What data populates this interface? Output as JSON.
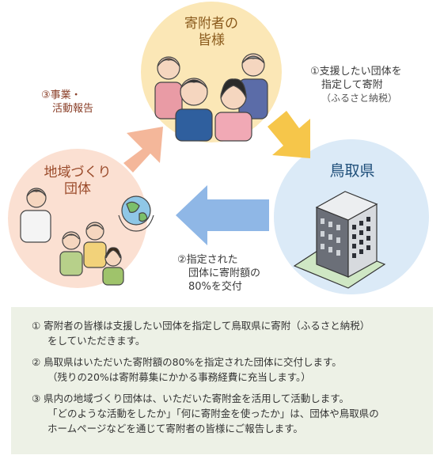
{
  "diagram": {
    "donors_title_1": "寄附者の",
    "donors_title_2": "皆様",
    "prefecture_title": "鳥取県",
    "group_title_1": "地域づくり",
    "group_title_2": "団体",
    "step1_line1": "①支援したい団体を",
    "step1_line2": "指定して寄附",
    "step1_sub": "（ふるさと納税）",
    "step2_line1": "②指定された",
    "step2_line2": "団体に寄附額の",
    "step2_line3": "80%を交付",
    "step3_line1": "③事業・",
    "step3_line2": "活動報告"
  },
  "notes": [
    {
      "line1": "① 寄附者の皆様は支援したい団体を指定して鳥取県に寄附（ふるさと納税）",
      "line2": "をしていただきます。"
    },
    {
      "line1": "② 鳥取県はいただいた寄附額の80%を指定された団体に交付します。",
      "line2": "（残りの20%は寄附募集にかかる事務経費に充当します。）"
    },
    {
      "line1": "③ 県内の地域づくり団体は、いただいた寄附金を活用して活動します。",
      "line2": "「どのような活動をしたか」「何に寄附金を使ったか」は、団体や鳥取県の",
      "line3": "ホームページなどを通じて寄附者の皆様にご報告します。"
    }
  ],
  "colors": {
    "donor_circle": "#fbe7b6",
    "prefecture_circle": "#dbeaf7",
    "group_circle": "#fbe0d2",
    "arrow_yellow": "#f6c64a",
    "arrow_blue": "#8fb7e6",
    "arrow_peach": "#f4b79a",
    "notes_bg": "#edf1e6"
  },
  "icons": [
    "family-illustration-icon",
    "building-icon",
    "community-members-icon",
    "globe-hands-icon"
  ]
}
